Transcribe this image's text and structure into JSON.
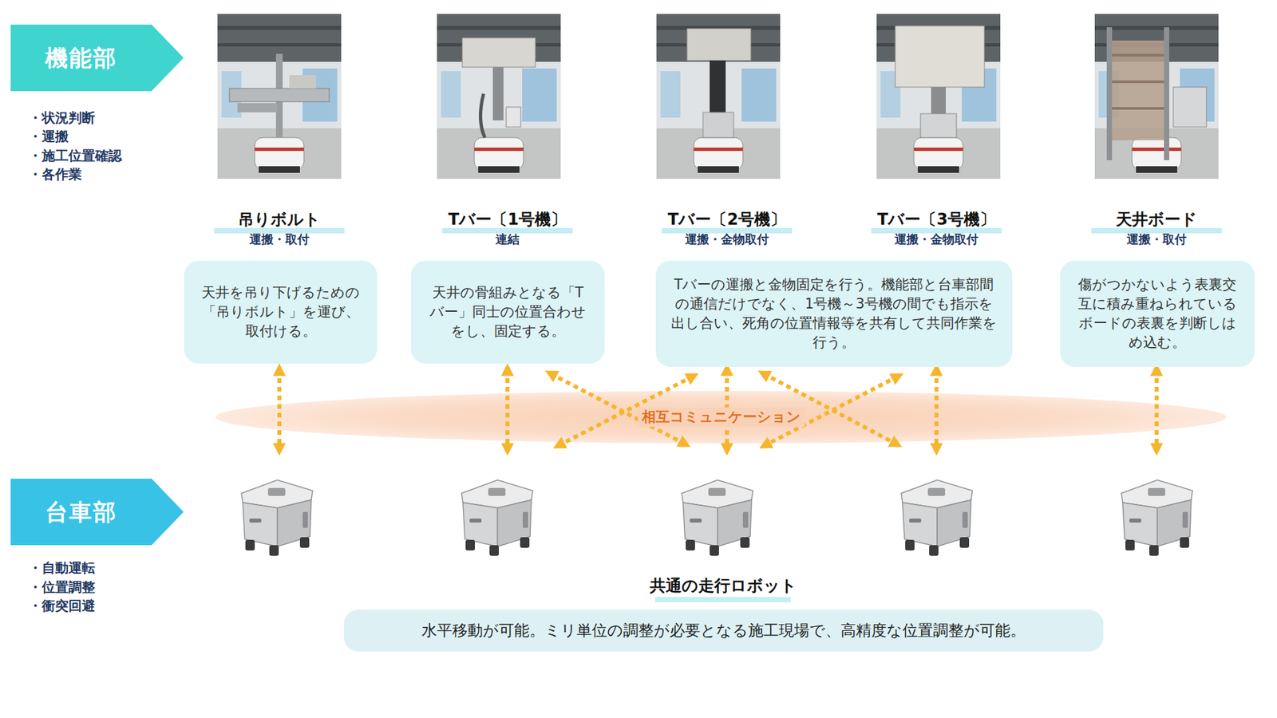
{
  "diagram": {
    "nodes": [
      {
        "text": [
          "機能部"
        ]
      },
      {
        "text": [
          "天井を吊り下げるための「吊りボルト」を運び、取付ける。"
        ]
      },
      {
        "text": [
          "天井の骨組みとなる「Tバー」同士の位置合わせをし、固定する。"
        ]
      },
      {
        "text": [
          "Tバーの運搬と金物固定を行う。機能部と台車部間の通信だけでなく、1号機～3号機の間でも指示を出し合い、死角の位置情報等を共有して共同作業を行う。"
        ]
      },
      {
        "text": [
          "傷がつかないよう表裏交互に積み重ねられているボードの表裏を判断しはめ込む。"
        ]
      },
      {
        "text": [
          "相互コミュニケーション"
        ]
      },
      {
        "text": [
          "台車部"
        ]
      },
      {
        "text": [
          "水平移動が可能。ミリ単位の調整が必要となる施工現場で、高精度な位置調整が可能。"
        ]
      }
    ],
    "labels": [
      "・状況判断",
      "・運搬",
      "・施工位置確認",
      "・各作業",
      "吊りボルト",
      "運搬・取付",
      "Tバー〔1号機〕",
      "連結",
      "Tバー〔2号機〕",
      "運搬・金物取付",
      "Tバー〔3号機〕",
      "運搬・金物取付",
      "天井ボード",
      "運搬・取付",
      "・自動運転",
      "・位置調整",
      "・衝突回避",
      "共通の走行ロボット"
    ]
  }
}
